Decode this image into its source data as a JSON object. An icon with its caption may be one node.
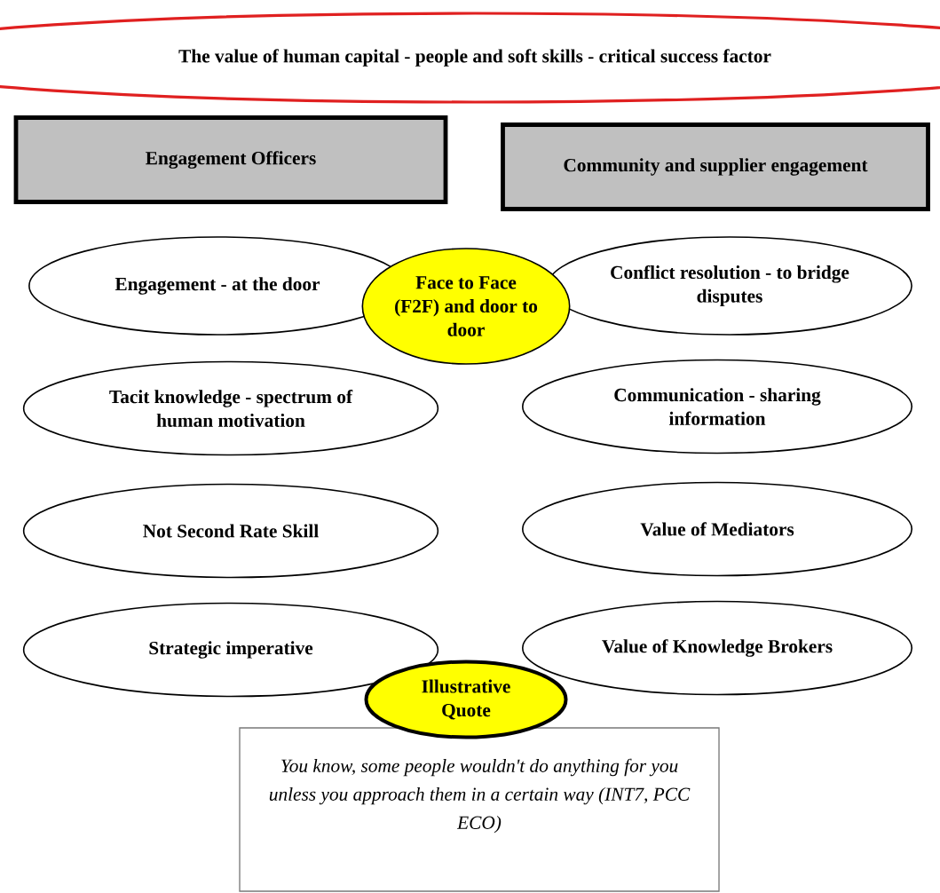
{
  "diagram": {
    "nodes": [
      {
        "text": [
          "The value of human capital - people and soft skills - critical success factor"
        ]
      },
      {
        "text": [
          "Engagement Officers"
        ]
      },
      {
        "text": [
          "Community and supplier engagement"
        ]
      },
      {
        "text": [
          "Engagement - at the door"
        ]
      },
      {
        "text": [
          "Face to Face (F2F) and door to door"
        ]
      },
      {
        "text": [
          "Conflict resolution - to bridge disputes"
        ]
      },
      {
        "text": [
          "Tacit knowledge - spectrum of human motivation"
        ]
      },
      {
        "text": [
          "Communication - sharing information"
        ]
      },
      {
        "text": [
          "Not Second Rate Skill"
        ]
      },
      {
        "text": [
          "Value of Mediators"
        ]
      },
      {
        "text": [
          "Strategic imperative"
        ]
      },
      {
        "text": [
          "Value of Knowledge Brokers"
        ]
      },
      {
        "text": [
          "Illustrative Quote"
        ]
      },
      {
        "text": [
          "You know, some people wouldn't do anything for you unless you approach them in a certain way (INT7, PCC ECO)"
        ]
      }
    ]
  }
}
